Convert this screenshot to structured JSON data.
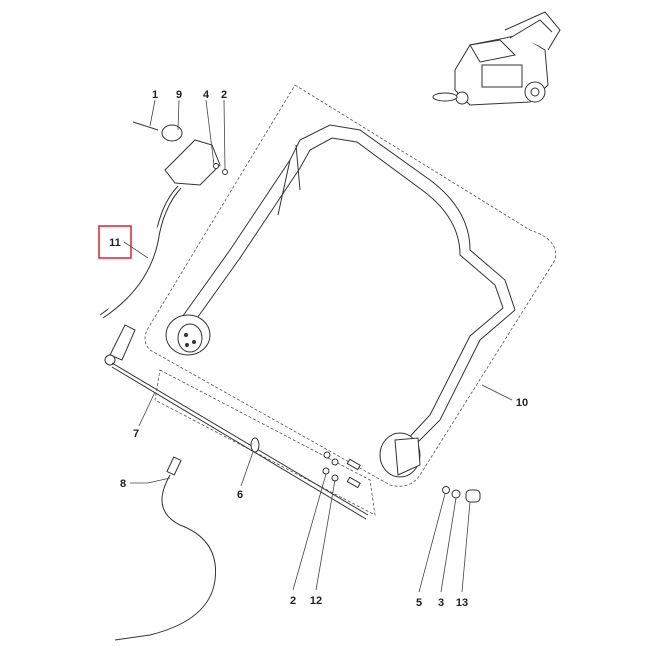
{
  "diagram": {
    "type": "exploded-parts-diagram",
    "highlight_color": "#e0202a",
    "highlighted_part": "11",
    "callouts": [
      {
        "id": "c1",
        "number": "1"
      },
      {
        "id": "c9",
        "number": "9"
      },
      {
        "id": "c4",
        "number": "4"
      },
      {
        "id": "c2a",
        "number": "2"
      },
      {
        "id": "c11",
        "number": "11"
      },
      {
        "id": "c7",
        "number": "7"
      },
      {
        "id": "c8",
        "number": "8"
      },
      {
        "id": "c6",
        "number": "6"
      },
      {
        "id": "c2b",
        "number": "2"
      },
      {
        "id": "c12",
        "number": "12"
      },
      {
        "id": "c5",
        "number": "5"
      },
      {
        "id": "c3",
        "number": "3"
      },
      {
        "id": "c13",
        "number": "13"
      },
      {
        "id": "c10",
        "number": "10"
      }
    ]
  }
}
